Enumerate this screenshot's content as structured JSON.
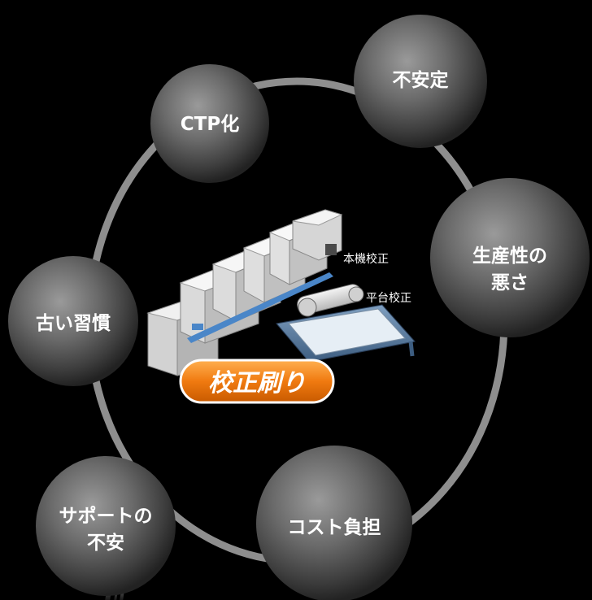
{
  "diagram": {
    "center_label": "校正刷り",
    "machine_labels": {
      "main_press": "本機校正",
      "flatbed": "平台校正"
    },
    "issues": [
      {
        "id": "ctp",
        "lines": [
          "CTP化"
        ]
      },
      {
        "id": "unstable",
        "lines": [
          "不安定"
        ]
      },
      {
        "id": "productivity",
        "lines": [
          "生産性の",
          "悪さ"
        ]
      },
      {
        "id": "cost",
        "lines": [
          "コスト負担"
        ]
      },
      {
        "id": "support",
        "lines": [
          "サポートの",
          "不安"
        ]
      },
      {
        "id": "habit",
        "lines": [
          "古い習慣"
        ]
      }
    ]
  },
  "colors": {
    "background": "#000000",
    "ring": "#8c8c8c",
    "center_pill": "#f07a10",
    "label_text": "#ffffff"
  }
}
